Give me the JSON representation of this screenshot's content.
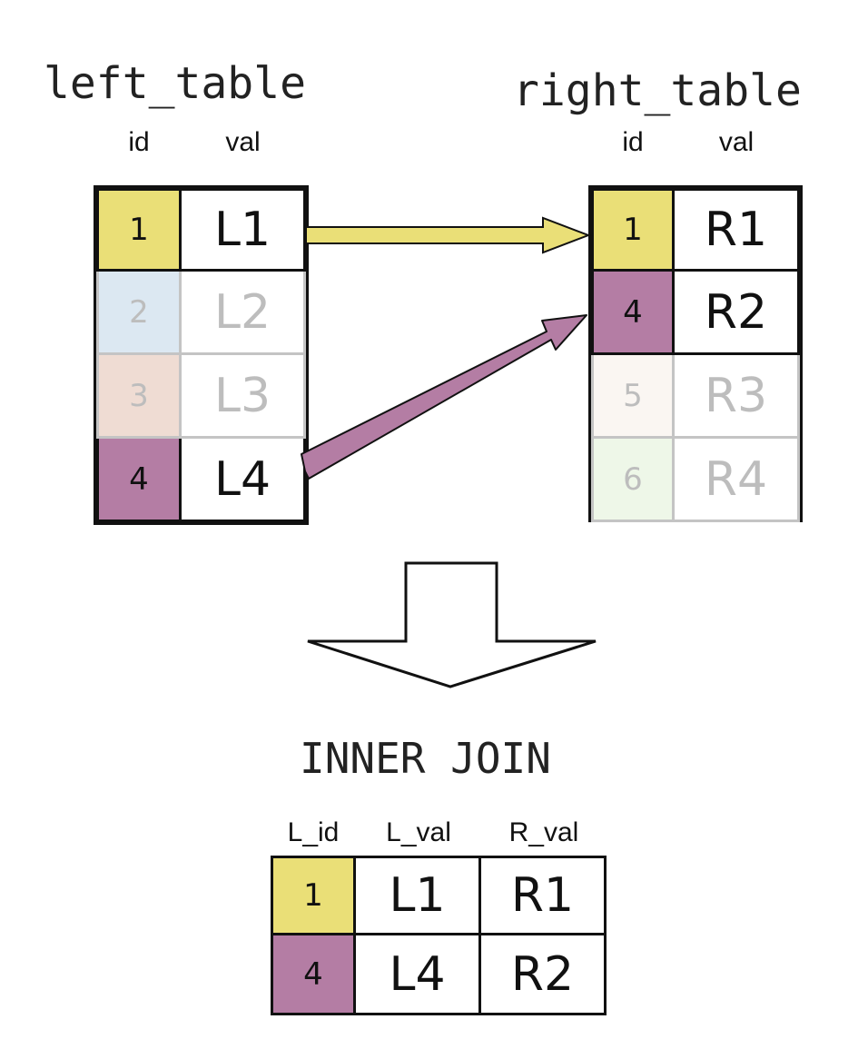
{
  "left_table": {
    "title": "left_table",
    "headers": [
      "id",
      "val"
    ],
    "rows": [
      {
        "id": "1",
        "val": "L1",
        "matched": true,
        "color": "#eadf77"
      },
      {
        "id": "2",
        "val": "L2",
        "matched": false,
        "color": "#dce8f2"
      },
      {
        "id": "3",
        "val": "L3",
        "matched": false,
        "color": "#efdcd3"
      },
      {
        "id": "4",
        "val": "L4",
        "matched": true,
        "color": "#b47da4"
      }
    ]
  },
  "right_table": {
    "title": "right_table",
    "headers": [
      "id",
      "val"
    ],
    "rows": [
      {
        "id": "1",
        "val": "R1",
        "matched": true,
        "color": "#eadf77"
      },
      {
        "id": "4",
        "val": "R2",
        "matched": true,
        "color": "#b47da4"
      },
      {
        "id": "5",
        "val": "R3",
        "matched": false,
        "color": "#faf6f2"
      },
      {
        "id": "6",
        "val": "R4",
        "matched": false,
        "color": "#eef7e8"
      }
    ]
  },
  "operation": "INNER JOIN",
  "result_table": {
    "headers": [
      "L_id",
      "L_val",
      "R_val"
    ],
    "rows": [
      {
        "id": "1",
        "lval": "L1",
        "rval": "R1",
        "color": "#eadf77"
      },
      {
        "id": "4",
        "lval": "L4",
        "rval": "R2",
        "color": "#b47da4"
      }
    ]
  },
  "colors": {
    "arrow_yellow": "#eadf77",
    "arrow_purple": "#b47da4",
    "border": "#111111",
    "faded_border": "#c4c4c4",
    "faded_text": "#bdbdbd"
  }
}
